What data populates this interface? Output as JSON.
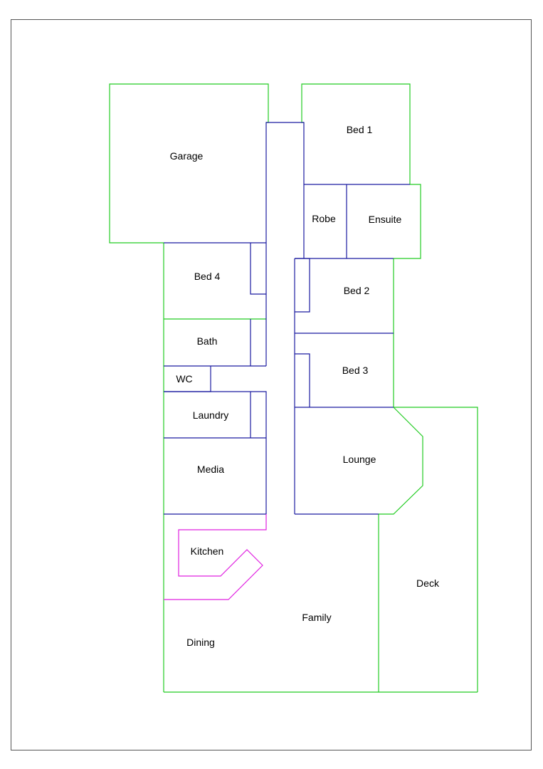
{
  "colors": {
    "border": "#555555",
    "exterior_wall": "#22cc22",
    "interior_wall": "#1a1aa0",
    "kitchen_bench": "#e020e0",
    "label": "#000000"
  },
  "rooms": {
    "garage": "Garage",
    "bed1": "Bed 1",
    "robe": "Robe",
    "ensuite": "Ensuite",
    "bed4": "Bed 4",
    "bed2": "Bed 2",
    "bath": "Bath",
    "wc": "WC",
    "bed3": "Bed 3",
    "laundry": "Laundry",
    "lounge": "Lounge",
    "media": "Media",
    "kitchen": "Kitchen",
    "deck": "Deck",
    "family": "Family",
    "dining": "Dining"
  }
}
